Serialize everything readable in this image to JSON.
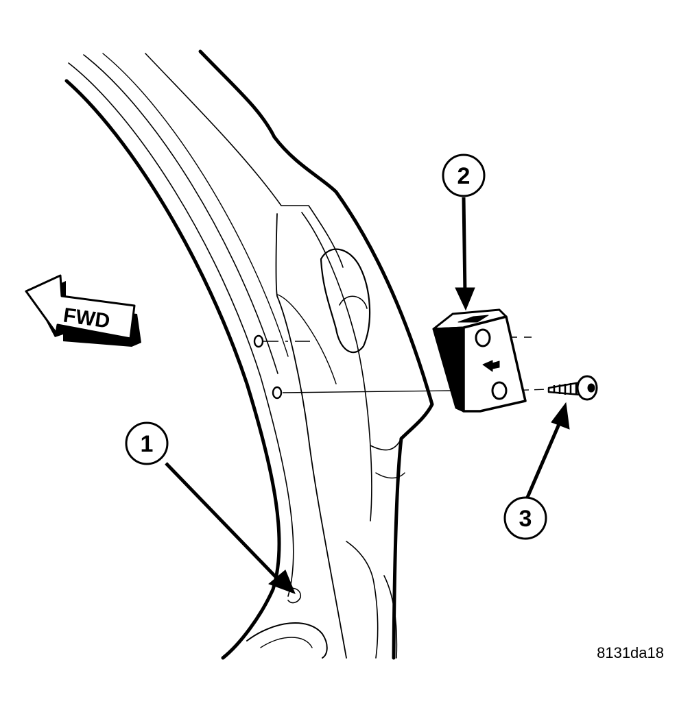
{
  "direction_label": "FWD",
  "callouts": [
    {
      "number": "1",
      "part": "body panel"
    },
    {
      "number": "2",
      "part": "bracket"
    },
    {
      "number": "3",
      "part": "screw"
    }
  ],
  "figure_ref": "8131da18",
  "colors": {
    "ink": "#000000",
    "paper": "#ffffff"
  }
}
